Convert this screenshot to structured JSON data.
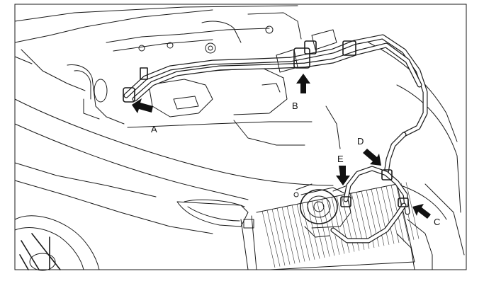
{
  "callouts": [
    {
      "id": "A",
      "label": "A"
    },
    {
      "id": "B",
      "label": "B"
    },
    {
      "id": "C",
      "label": "C"
    },
    {
      "id": "D",
      "label": "D"
    },
    {
      "id": "E",
      "label": "E"
    }
  ],
  "colors": {
    "line": "#1a1a1a",
    "arrow": "#111111",
    "background": "#ffffff"
  }
}
